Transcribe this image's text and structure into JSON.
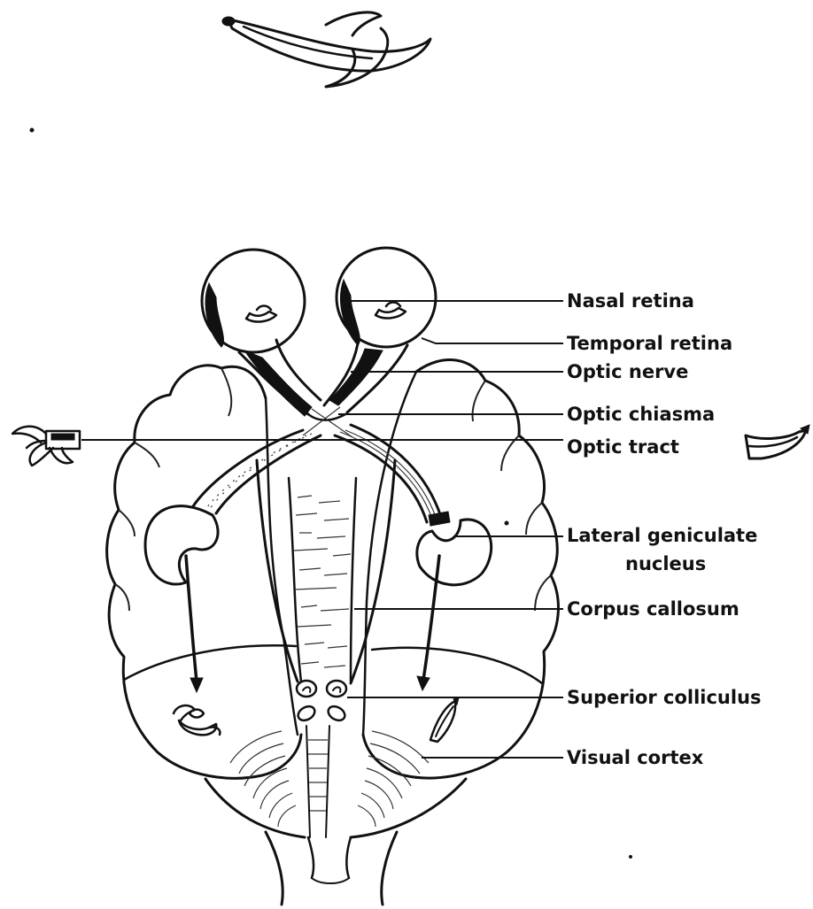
{
  "figure": {
    "labels": {
      "nasal_retina": "Nasal retina",
      "temporal_retina": "Temporal retina",
      "optic_nerve": "Optic nerve",
      "optic_chiasma": "Optic chiasma",
      "optic_tract": "Optic tract",
      "lateral_geniculate_line1": "Lateral geniculate",
      "lateral_geniculate_line2": "nucleus",
      "corpus_callosum": "Corpus callosum",
      "superior_colliculus": "Superior colliculus",
      "visual_cortex": "Visual cortex"
    },
    "icons": {
      "stimulus_top": "banana-icon",
      "stimulus_left": "peeled-banana-icon",
      "stimulus_right": "banana-icon",
      "cortex_left_image": "peeled-banana-icon",
      "cortex_right_image": "banana-icon"
    }
  }
}
